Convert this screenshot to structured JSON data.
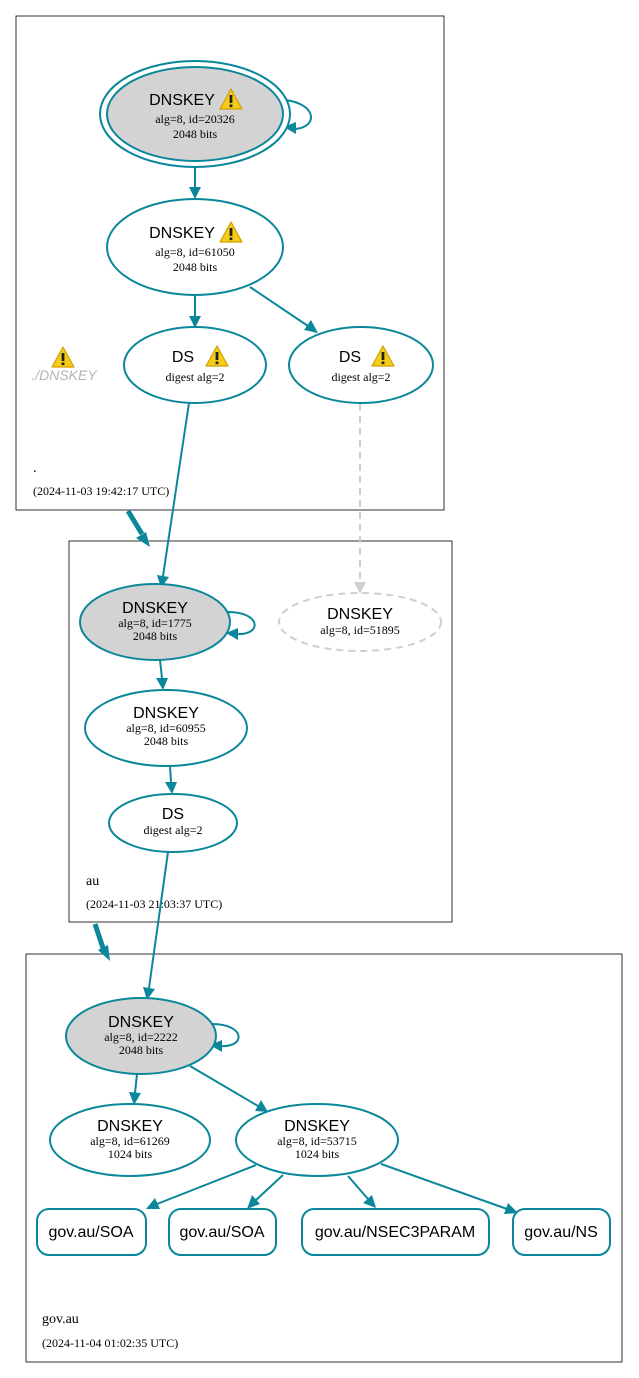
{
  "zones": {
    "root": {
      "name": ".",
      "timestamp": "(2024-11-03 19:42:17 UTC)",
      "warning_label": "./DNSKEY"
    },
    "au": {
      "name": "au",
      "timestamp": "(2024-11-03 21:03:37 UTC)"
    },
    "gov_au": {
      "name": "gov.au",
      "timestamp": "(2024-11-04 01:02:35 UTC)"
    }
  },
  "nodes": {
    "root_ksk": {
      "title": "DNSKEY",
      "line1": "alg=8, id=20326",
      "line2": "2048 bits"
    },
    "root_zsk": {
      "title": "DNSKEY",
      "line1": "alg=8, id=61050",
      "line2": "2048 bits"
    },
    "root_ds1": {
      "title": "DS",
      "line1": "digest alg=2"
    },
    "root_ds2": {
      "title": "DS",
      "line1": "digest alg=2"
    },
    "au_ksk": {
      "title": "DNSKEY",
      "line1": "alg=8, id=1775",
      "line2": "2048 bits"
    },
    "au_missing": {
      "title": "DNSKEY",
      "line1": "alg=8, id=51895"
    },
    "au_zsk": {
      "title": "DNSKEY",
      "line1": "alg=8, id=60955",
      "line2": "2048 bits"
    },
    "au_ds": {
      "title": "DS",
      "line1": "digest alg=2"
    },
    "gov_ksk": {
      "title": "DNSKEY",
      "line1": "alg=8, id=2222",
      "line2": "2048 bits"
    },
    "gov_key61269": {
      "title": "DNSKEY",
      "line1": "alg=8, id=61269",
      "line2": "1024 bits"
    },
    "gov_key53715": {
      "title": "DNSKEY",
      "line1": "alg=8, id=53715",
      "line2": "1024 bits"
    },
    "rr_soa1": {
      "label": "gov.au/SOA"
    },
    "rr_soa2": {
      "label": "gov.au/SOA"
    },
    "rr_nsec3param": {
      "label": "gov.au/NSEC3PARAM"
    },
    "rr_ns": {
      "label": "gov.au/NS"
    }
  },
  "colors": {
    "edge": "#0a879a",
    "key_fill": "#d3d3d3",
    "missing": "#cfcfcf",
    "warning": "#f2c500"
  },
  "icons": {
    "warning": "warning-triangle-icon"
  }
}
